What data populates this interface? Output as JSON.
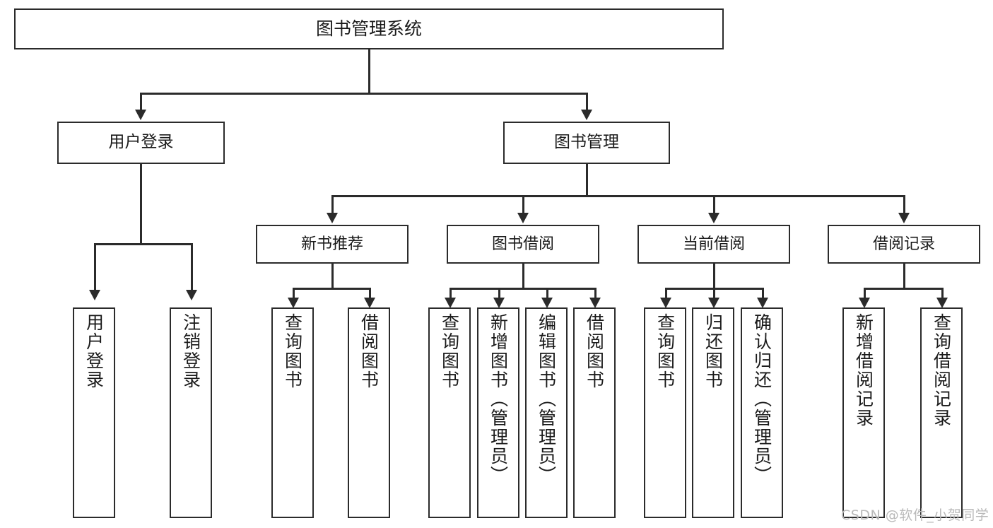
{
  "diagram": {
    "title": "图书管理系统",
    "type": "tree-hierarchy-chart",
    "background_color": "#ffffff",
    "line_color": "#2b2b2b",
    "text_color": "#1a1a1a"
  },
  "nodes": {
    "root": {
      "label": "图书管理系统"
    },
    "level1": [
      {
        "label": "用户登录"
      },
      {
        "label": "图书管理"
      }
    ],
    "level2": [
      {
        "label": "新书推荐"
      },
      {
        "label": "图书借阅"
      },
      {
        "label": "当前借阅"
      },
      {
        "label": "借阅记录"
      }
    ],
    "leaves": {
      "user_login": [
        {
          "label": "用户登录"
        },
        {
          "label": "注销登录"
        }
      ],
      "new_book_recommend": [
        {
          "label": "查询图书"
        },
        {
          "label": "借阅图书"
        }
      ],
      "book_borrow": [
        {
          "label": "查询图书"
        },
        {
          "label": "新增图书（管理员）"
        },
        {
          "label": "编辑图书（管理员）"
        },
        {
          "label": "借阅图书"
        }
      ],
      "current_borrow": [
        {
          "label": "查询图书"
        },
        {
          "label": "归还图书"
        },
        {
          "label": "确认归还（管理员）"
        }
      ],
      "borrow_record": [
        {
          "label": "新增借阅记录"
        },
        {
          "label": "查询借阅记录"
        }
      ]
    }
  },
  "watermark": {
    "text": "CSDN @软件_小贺同学"
  }
}
